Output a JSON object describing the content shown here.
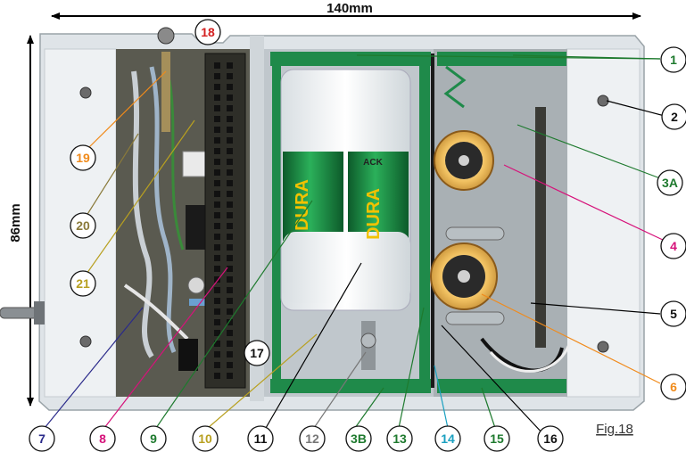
{
  "dimensions": {
    "width_label": "140mm",
    "height_label": "86mm"
  },
  "figure_label": "Fig.18",
  "battery_labels": {
    "left_brand": "DURA",
    "right_brand": "DURA",
    "right_top": "ACK"
  },
  "callouts": [
    {
      "id": "c1",
      "label": "1",
      "color": "#1e7a2e"
    },
    {
      "id": "c2",
      "label": "2",
      "color": "#111111"
    },
    {
      "id": "c3A",
      "label": "3A",
      "color": "#1e7a2e"
    },
    {
      "id": "c4",
      "label": "4",
      "color": "#d6127a"
    },
    {
      "id": "c5",
      "label": "5",
      "color": "#111111"
    },
    {
      "id": "c6",
      "label": "6",
      "color": "#f08a1a"
    },
    {
      "id": "c7",
      "label": "7",
      "color": "#2a2a8a"
    },
    {
      "id": "c8",
      "label": "8",
      "color": "#d6127a"
    },
    {
      "id": "c9",
      "label": "9",
      "color": "#1e7a2e"
    },
    {
      "id": "c10",
      "label": "10",
      "color": "#b8a020"
    },
    {
      "id": "c11",
      "label": "11",
      "color": "#111111"
    },
    {
      "id": "c12",
      "label": "12",
      "color": "#777777"
    },
    {
      "id": "c3B",
      "label": "3B",
      "color": "#1e7a2e"
    },
    {
      "id": "c13",
      "label": "13",
      "color": "#1e7a2e"
    },
    {
      "id": "c14",
      "label": "14",
      "color": "#1aa0c0"
    },
    {
      "id": "c15",
      "label": "15",
      "color": "#1e7a2e"
    },
    {
      "id": "c16",
      "label": "16",
      "color": "#111111"
    },
    {
      "id": "c17",
      "label": "17",
      "color": "#111111"
    },
    {
      "id": "c18",
      "label": "18",
      "color": "#d42020"
    },
    {
      "id": "c19",
      "label": "19",
      "color": "#f08a1a"
    },
    {
      "id": "c20",
      "label": "20",
      "color": "#8a7a3a"
    },
    {
      "id": "c21",
      "label": "21",
      "color": "#b8a020"
    }
  ]
}
